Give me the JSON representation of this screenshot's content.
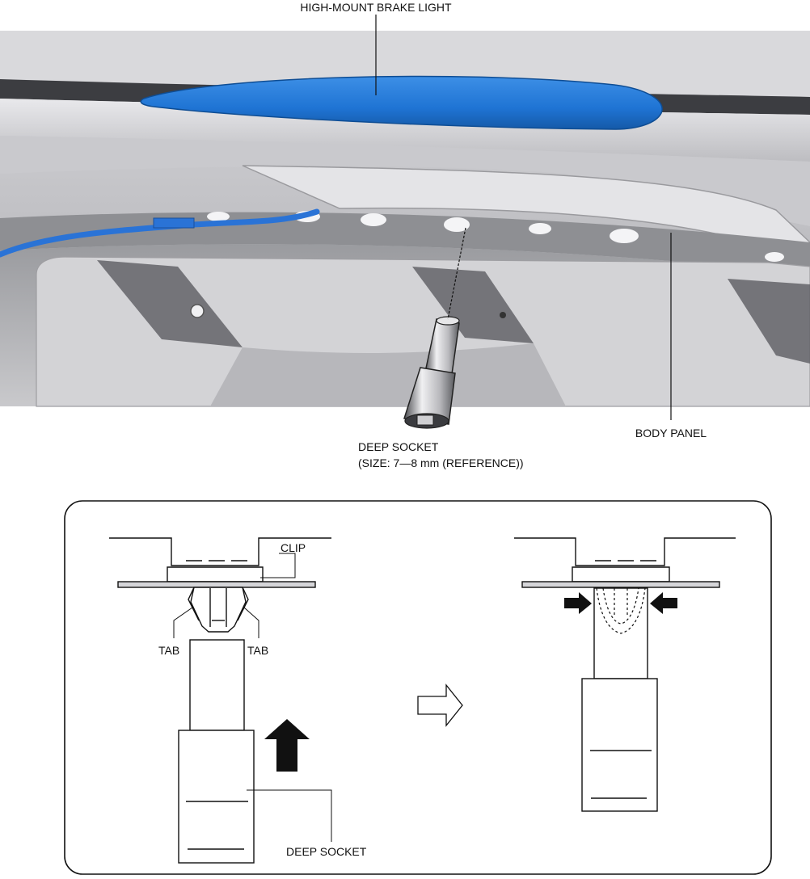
{
  "figure": {
    "top_illustration": {
      "labels": {
        "brake_light": "HIGH-MOUNT BRAKE LIGHT",
        "deep_socket": "DEEP SOCKET",
        "socket_size": "(SIZE: 7—8 mm (REFERENCE))",
        "body_panel": "BODY PANEL"
      },
      "colors": {
        "brake_light": "#1f74d4",
        "harness": "#2a73d6",
        "panel_light": "#d9d9dc",
        "panel_dark": "#55565a"
      }
    },
    "detail_box": {
      "labels": {
        "clip": "CLIP",
        "tab_left": "TAB",
        "tab_right": "TAB",
        "deep_socket": "DEEP SOCKET"
      },
      "icons": [
        "up-arrow-icon",
        "next-step-arrow-icon",
        "press-right-arrow-icon",
        "press-left-arrow-icon"
      ]
    }
  }
}
